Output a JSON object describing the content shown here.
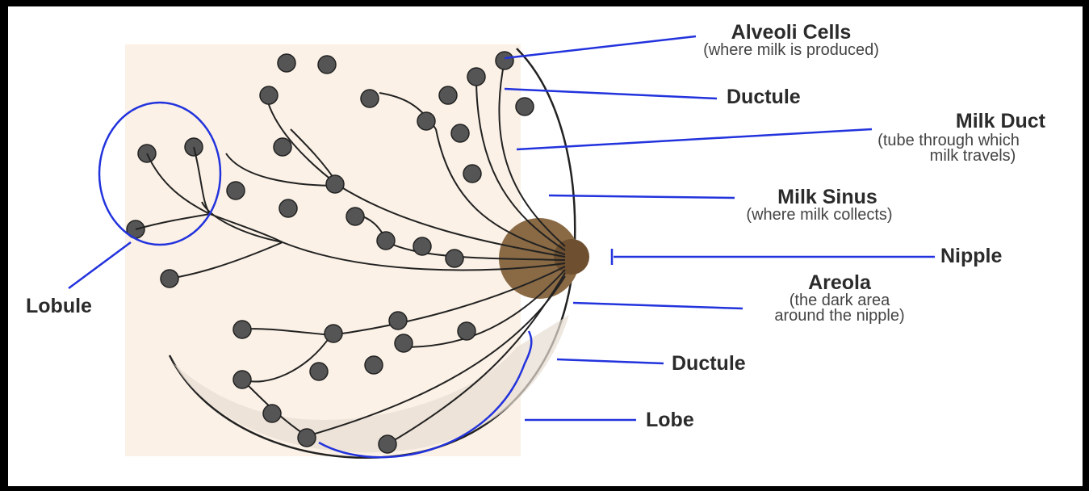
{
  "labels": {
    "alveoli": {
      "title": "Alveoli Cells",
      "sub": "(where milk is produced)"
    },
    "ductule_top": {
      "title": "Ductule"
    },
    "milk_duct": {
      "title": "Milk Duct",
      "sub1": "(tube through which",
      "sub2": "milk travels)"
    },
    "milk_sinus": {
      "title": "Milk Sinus",
      "sub": "(where milk collects)"
    },
    "nipple": {
      "title": "Nipple"
    },
    "areola": {
      "title": "Areola",
      "sub1": "(the dark area",
      "sub2": "around the nipple)"
    },
    "ductule_bottom": {
      "title": "Ductule"
    },
    "lobe": {
      "title": "Lobe"
    },
    "lobule": {
      "title": "Lobule"
    }
  },
  "colors": {
    "leader_line": "#2233dd",
    "areola": "#8a6a45",
    "nipple": "#6e5030",
    "tissue": "#fbf1e6",
    "alveolus": "#555555"
  }
}
